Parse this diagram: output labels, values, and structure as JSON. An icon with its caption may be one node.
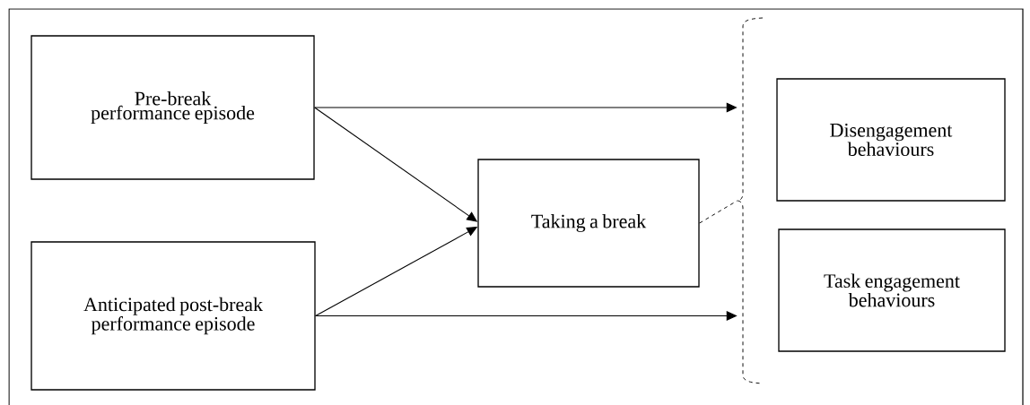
{
  "diagram": {
    "nodes": [
      {
        "text": [
          "Pre-break performance episode"
        ]
      },
      {
        "text": [
          "Anticipated post-break performance episode"
        ]
      },
      {
        "text": [
          "Taking a break"
        ]
      },
      {
        "text": [
          "Disengagement behaviours"
        ]
      },
      {
        "text": [
          "Task engagement behaviours"
        ]
      },
      {
        "text": [],
        "shape": "bracket"
      }
    ],
    "edges": [
      {
        "from": 0,
        "to": 5,
        "arrow": "to"
      },
      {
        "from": 0,
        "to": 2,
        "arrow": "to"
      },
      {
        "from": 1,
        "to": 2,
        "arrow": "to"
      },
      {
        "from": 1,
        "to": 5,
        "arrow": "to"
      },
      {
        "from": 2,
        "to": 5,
        "arrow": "none",
        "style": "dashed"
      }
    ]
  }
}
